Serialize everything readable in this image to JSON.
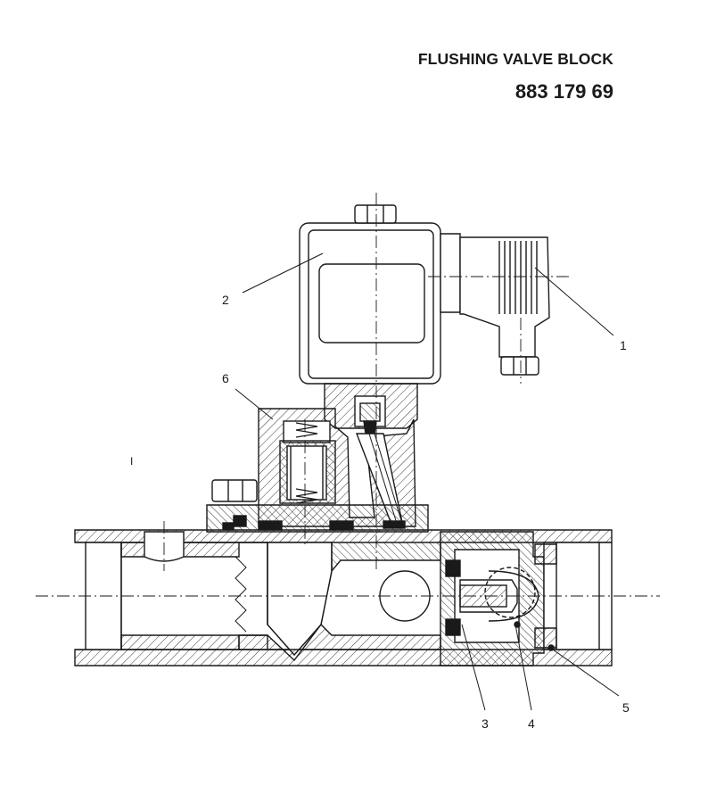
{
  "header": {
    "title": "FLUSHING VALVE BLOCK",
    "part_number": "883 179 69"
  },
  "callouts": {
    "c1": "1",
    "c2": "2",
    "c3": "3",
    "c4": "4",
    "c5": "5",
    "c6": "6",
    "mark": "I"
  }
}
